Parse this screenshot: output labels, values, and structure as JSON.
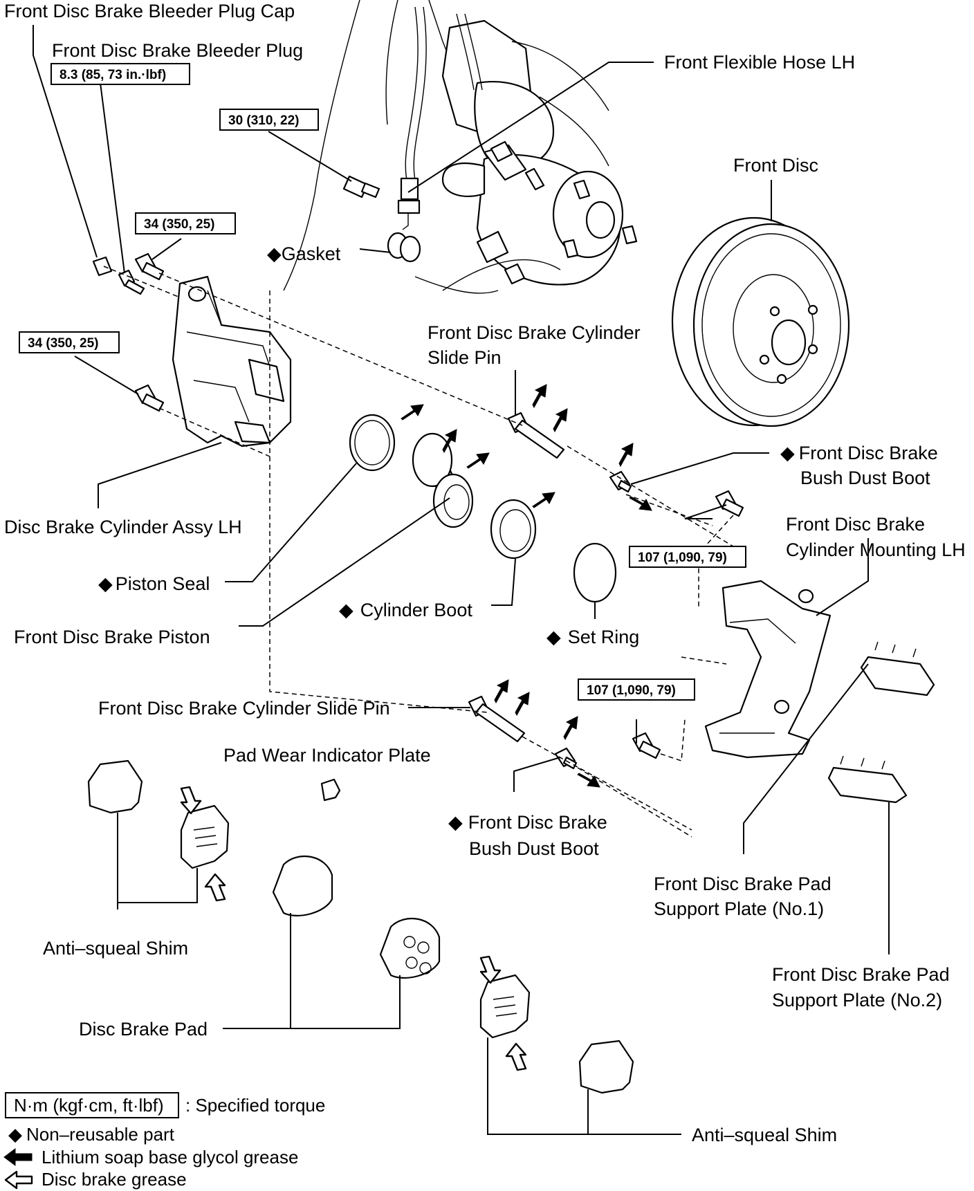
{
  "labels": {
    "bleeder_cap": "Front Disc Brake Bleeder Plug Cap",
    "bleeder_plug": "Front Disc Brake Bleeder Plug",
    "flex_hose": "Front Flexible Hose LH",
    "gasket": "Gasket",
    "front_disc": "Front Disc",
    "slide_pin_top_1": "Front Disc Brake Cylinder",
    "slide_pin_top_2": "Slide Pin",
    "bush_boot_top_1": "Front Disc Brake",
    "bush_boot_top_2": "Bush Dust Boot",
    "mounting_1": "Front Disc Brake",
    "mounting_2": "Cylinder Mounting LH",
    "cylinder_assy": "Disc Brake Cylinder Assy LH",
    "piston_seal": "Piston Seal",
    "cylinder_boot": "Cylinder Boot",
    "set_ring": "Set Ring",
    "piston": "Front Disc Brake Piston",
    "slide_pin_bottom": "Front Disc Brake Cylinder Slide Pin",
    "pad_wear": "Pad Wear Indicator Plate",
    "bush_boot_bottom_1": "Front Disc Brake",
    "bush_boot_bottom_2": "Bush Dust Boot",
    "support_no1_1": "Front Disc Brake Pad",
    "support_no1_2": "Support Plate (No.1)",
    "support_no2_1": "Front Disc Brake Pad",
    "support_no2_2": "Support Plate (No.2)",
    "shim_left": "Anti–squeal Shim",
    "shim_right": "Anti–squeal Shim",
    "disc_pad": "Disc Brake Pad"
  },
  "torques": {
    "bleeder": "8.3 (85, 73 in.·lbf)",
    "union_bolt": "30 (310, 22)",
    "bolt_upper": "34 (350, 25)",
    "bolt_lower": "34 (350, 25)",
    "mount_upper": "107 (1,090, 79)",
    "mount_lower": "107 (1,090, 79)"
  },
  "legend": {
    "torque_box": "N·m (kgf·cm, ft·lbf)",
    "torque_text": ": Specified torque",
    "nonreusable": "Non–reusable part",
    "lithium": "Lithium soap base glycol grease",
    "disc_grease": "Disc brake grease"
  },
  "symbols": {
    "diamond": "◆"
  }
}
